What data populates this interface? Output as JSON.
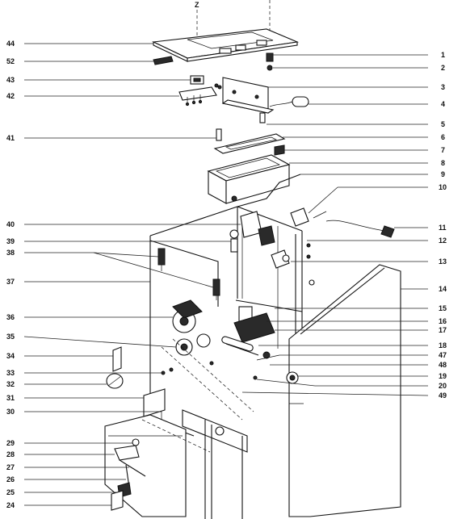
{
  "diagram": {
    "axis_marker": "Z",
    "left_callouts": [
      "44",
      "52",
      "43",
      "42",
      "41",
      "40",
      "39",
      "38",
      "37",
      "36",
      "35",
      "34",
      "33",
      "32",
      "31",
      "30",
      "29",
      "28",
      "27",
      "26",
      "25",
      "24"
    ],
    "right_callouts": [
      "1",
      "2",
      "3",
      "4",
      "5",
      "6",
      "7",
      "8",
      "9",
      "10",
      "11",
      "12",
      "13",
      "14",
      "15",
      "16",
      "17",
      "18",
      "47",
      "48",
      "19",
      "20",
      "49"
    ]
  }
}
